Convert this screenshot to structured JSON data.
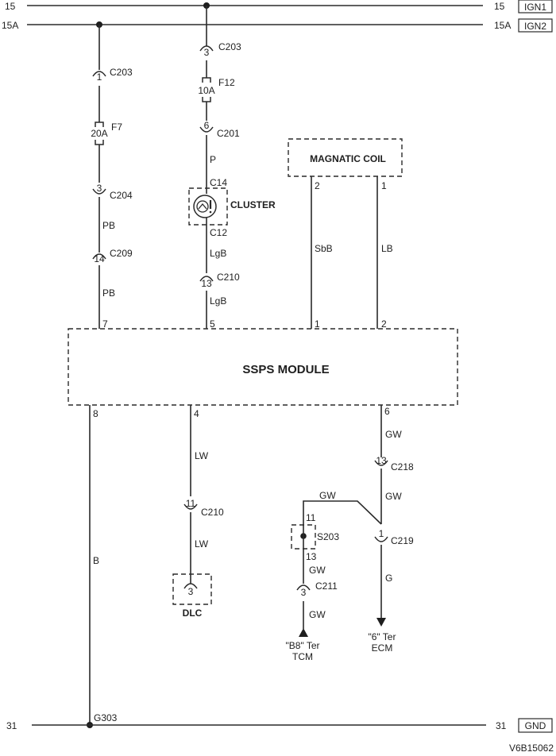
{
  "rails": {
    "ign1": {
      "left_label": "15",
      "right_label": "15",
      "tag": "IGN1"
    },
    "ign2": {
      "left_label": "15A",
      "right_label": "15A",
      "tag": "IGN2"
    },
    "gnd": {
      "left_label": "31",
      "right_label": "31",
      "tag": "GND"
    }
  },
  "left_branch": {
    "connector1": {
      "pin": "1",
      "name": "C203"
    },
    "fuse": {
      "name": "F7",
      "rating": "20A"
    },
    "connector2": {
      "pin": "3",
      "name": "C204"
    },
    "wire1": "PB",
    "connector3": {
      "pin": "14",
      "name": "C209"
    },
    "wire2": "PB",
    "module_pin": "7"
  },
  "cluster_branch": {
    "connector1": {
      "pin": "3",
      "name": "C203"
    },
    "fuse": {
      "name": "F12",
      "rating": "10A"
    },
    "connector2": {
      "pin": "6",
      "name": "C201"
    },
    "wire1": "P",
    "cluster_in": "C14",
    "cluster_label": "CLUSTER",
    "cluster_out": "C12",
    "wire2": "LgB",
    "connector3": {
      "pin": "13",
      "name": "C210"
    },
    "wire3": "LgB",
    "module_pin": "5"
  },
  "magnetic_coil": {
    "label": "MAGNATIC COIL",
    "pin_a": "2",
    "pin_b": "1",
    "wire_a": "SbB",
    "wire_b": "LB",
    "module_pin_a": "1",
    "module_pin_b": "2"
  },
  "module": {
    "label": "SSPS MODULE"
  },
  "ground_branch": {
    "module_pin": "8",
    "wire": "B",
    "ground_point": "G303"
  },
  "dlc_branch": {
    "module_pin": "4",
    "wire1": "LW",
    "connector": {
      "pin": "11",
      "name": "C210"
    },
    "wire2": "LW",
    "dlc_pin": "3",
    "dlc_label": "DLC"
  },
  "ecm_branch": {
    "module_pin": "6",
    "wire1": "GW",
    "connector1": {
      "pin": "13",
      "name": "C218"
    },
    "wire2": "GW",
    "wire_branch": "GW",
    "connector2": {
      "pin": "1",
      "name": "C219"
    },
    "wire3": "G",
    "dest_line1": "\"6\" Ter",
    "dest_line2": "ECM"
  },
  "tcm_branch": {
    "splice_pin_in": "11",
    "splice": "S203",
    "splice_pin_out": "13",
    "wire1": "GW",
    "connector": {
      "pin": "3",
      "name": "C211"
    },
    "wire2": "GW",
    "dest_line1": "\"B8\" Ter",
    "dest_line2": "TCM"
  },
  "figure_id": "V6B15062"
}
